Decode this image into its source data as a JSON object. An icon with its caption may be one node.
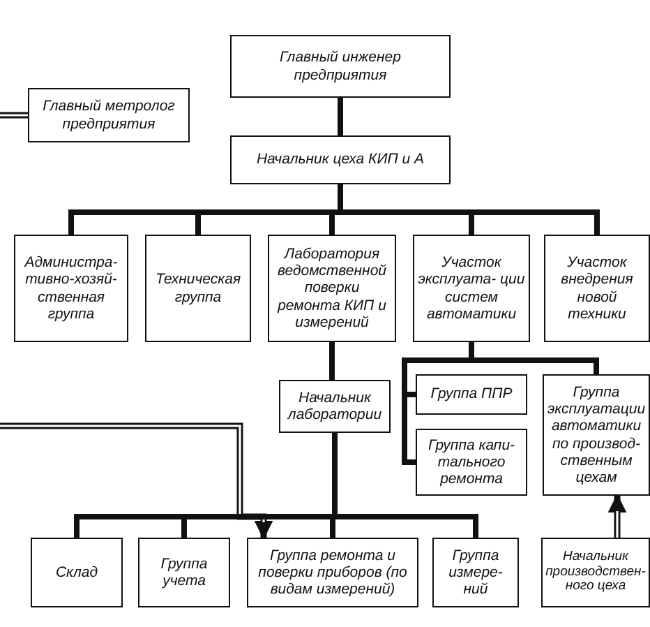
{
  "diagram": {
    "nodes": [
      {
        "text": [
          "Главный инженер предприятия"
        ]
      },
      {
        "text": [
          "Главный метролог предприятия"
        ]
      },
      {
        "text": [
          "Начальник цеха КИП и А"
        ]
      },
      {
        "text": [
          "Администра- тивно-хозяй- ственная группа"
        ]
      },
      {
        "text": [
          "Техническая группа"
        ]
      },
      {
        "text": [
          "Лаборатория ведомственной поверки ремонта КИП и измерений"
        ]
      },
      {
        "text": [
          "Участок эксплуата- ции систем автоматики"
        ]
      },
      {
        "text": [
          "Участок внедрения новой техники"
        ]
      },
      {
        "text": [
          "Начальник лаборатории"
        ]
      },
      {
        "text": [
          "Группа ППР"
        ]
      },
      {
        "text": [
          "Группа капи- тального ремонта"
        ]
      },
      {
        "text": [
          "Группа эксплуатации автоматики по производ- ственным цехам"
        ]
      },
      {
        "text": [
          "Склад"
        ]
      },
      {
        "text": [
          "Группа учета"
        ]
      },
      {
        "text": [
          "Группа ремонта и поверки приборов (по видам измерений)"
        ]
      },
      {
        "text": [
          "Группа измере- ний"
        ]
      },
      {
        "text": [
          "Начальник производствен- ного цеха"
        ]
      }
    ],
    "edges": [
      {
        "from": 0,
        "to": 2,
        "arrow": "none"
      },
      {
        "from": 2,
        "to": 3,
        "arrow": "none"
      },
      {
        "from": 2,
        "to": 4,
        "arrow": "none"
      },
      {
        "from": 2,
        "to": 5,
        "arrow": "none"
      },
      {
        "from": 2,
        "to": 6,
        "arrow": "none"
      },
      {
        "from": 2,
        "to": 7,
        "arrow": "none"
      },
      {
        "from": 5,
        "to": 8,
        "arrow": "none"
      },
      {
        "from": 6,
        "to": 9,
        "arrow": "none"
      },
      {
        "from": 6,
        "to": 10,
        "arrow": "none"
      },
      {
        "from": 6,
        "to": 11,
        "arrow": "none"
      },
      {
        "from": 8,
        "to": 12,
        "arrow": "none"
      },
      {
        "from": 8,
        "to": 13,
        "arrow": "none"
      },
      {
        "from": 8,
        "to": 14,
        "arrow": "none"
      },
      {
        "from": 8,
        "to": 15,
        "arrow": "none"
      },
      {
        "from": 16,
        "to": 11,
        "arrow": "to"
      },
      {
        "from": null,
        "to": 1,
        "arrow": "none"
      },
      {
        "from": null,
        "to": 14,
        "arrow": "to"
      }
    ]
  }
}
